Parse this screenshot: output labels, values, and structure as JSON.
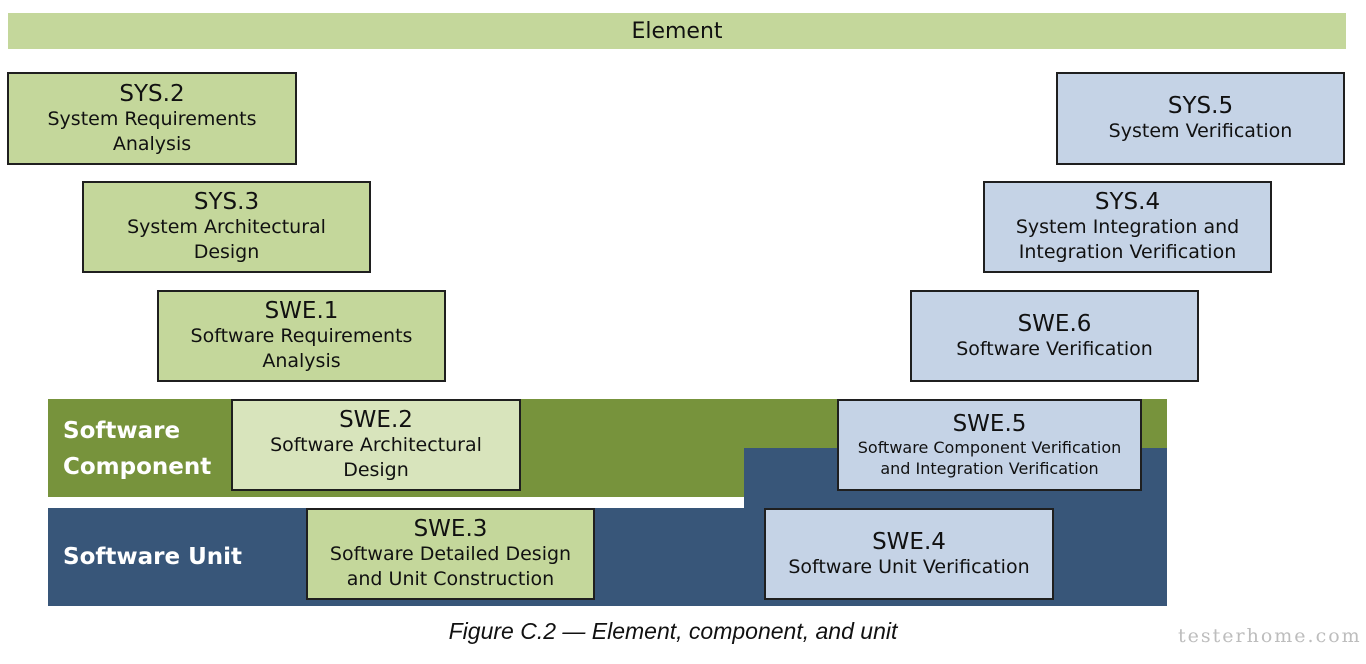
{
  "header": {
    "element_label": "Element"
  },
  "bands": {
    "component_label": "Software\nComponent",
    "unit_label": "Software Unit"
  },
  "boxes": {
    "sys2": {
      "code": "SYS.2",
      "name": "System Requirements\nAnalysis"
    },
    "sys3": {
      "code": "SYS.3",
      "name": "System Architectural\nDesign"
    },
    "swe1": {
      "code": "SWE.1",
      "name": "Software Requirements\nAnalysis"
    },
    "swe2": {
      "code": "SWE.2",
      "name": "Software Architectural\nDesign"
    },
    "swe3": {
      "code": "SWE.3",
      "name": "Software Detailed Design\nand Unit Construction"
    },
    "sys5": {
      "code": "SYS.5",
      "name": "System Verification"
    },
    "sys4": {
      "code": "SYS.4",
      "name": "System Integration and\nIntegration Verification"
    },
    "swe6": {
      "code": "SWE.6",
      "name": "Software Verification"
    },
    "swe5": {
      "code": "SWE.5",
      "name": "Software Component Verification\nand Integration Verification"
    },
    "swe4": {
      "code": "SWE.4",
      "name": "Software Unit Verification"
    }
  },
  "caption": "Figure C.2 — Element, component, and unit",
  "watermark": "testerhome.com",
  "colors": {
    "element_fill": "#c4d79b",
    "component_band": "#77933c",
    "unit_band": "#385679",
    "left_box_fill": "#c4d79b",
    "swe2_box_fill": "#d8e4bc",
    "right_box_fill": "#c5d3e6"
  }
}
